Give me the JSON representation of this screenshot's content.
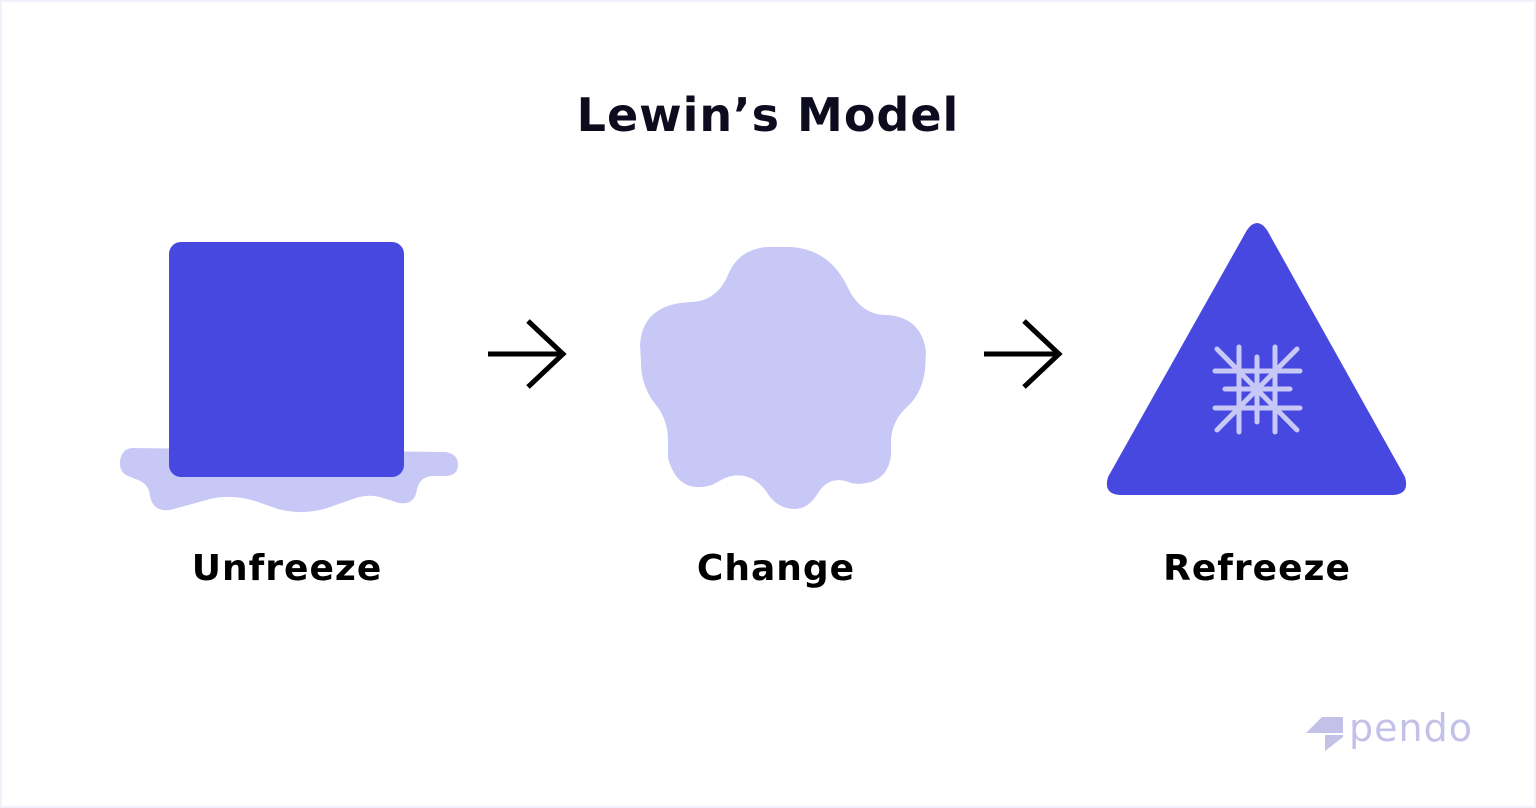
{
  "title": "Lewin’s Model",
  "stages": [
    {
      "label": "Unfreeze",
      "icon": "melting-block-icon"
    },
    {
      "label": "Change",
      "icon": "blob-icon"
    },
    {
      "label": "Refreeze",
      "icon": "snowflake-triangle-icon"
    }
  ],
  "brand": {
    "name": "pendo",
    "icon": "pendo-logo-icon"
  },
  "colors": {
    "primary": "#4648e0",
    "light": "#c8c8f6",
    "snowflake": "#c8c8f6",
    "arrow": "#000000",
    "text": "#0d0b1e",
    "logo": "#c3c1e8"
  }
}
